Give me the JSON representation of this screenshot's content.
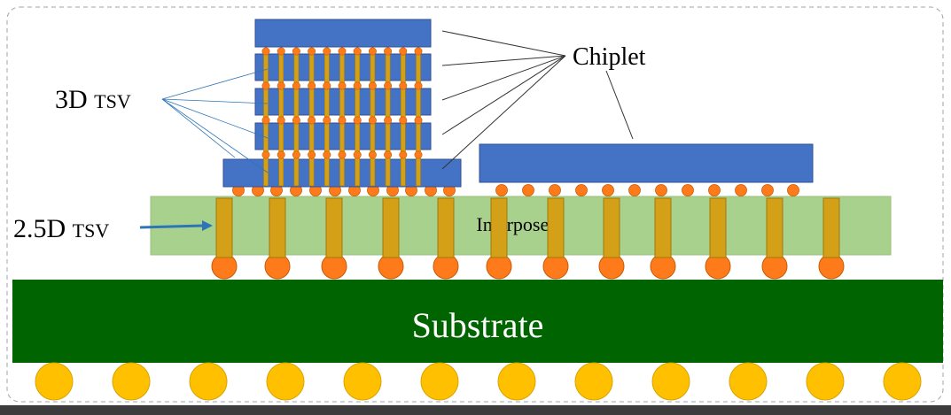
{
  "labels": {
    "chiplet": "Chiplet",
    "tsv_3d_prefix": "3D ",
    "tsv_3d_suffix": "TSV",
    "tsv_25d_prefix": "2.5D ",
    "tsv_25d_suffix": "TSV",
    "interposer": "Interposer",
    "substrate": "Substrate"
  },
  "colors": {
    "background": "#ffffff",
    "chiplet_fill": "#4472c4",
    "chiplet_stroke": "#2f4f9a",
    "tsv_fill": "#d4a017",
    "bump_fill": "#ff7a1a",
    "interposer_fill": "#a9d18e",
    "substrate_fill": "#006400",
    "ball_fill": "#ffc000",
    "arrow_color": "#2e75b6"
  }
}
